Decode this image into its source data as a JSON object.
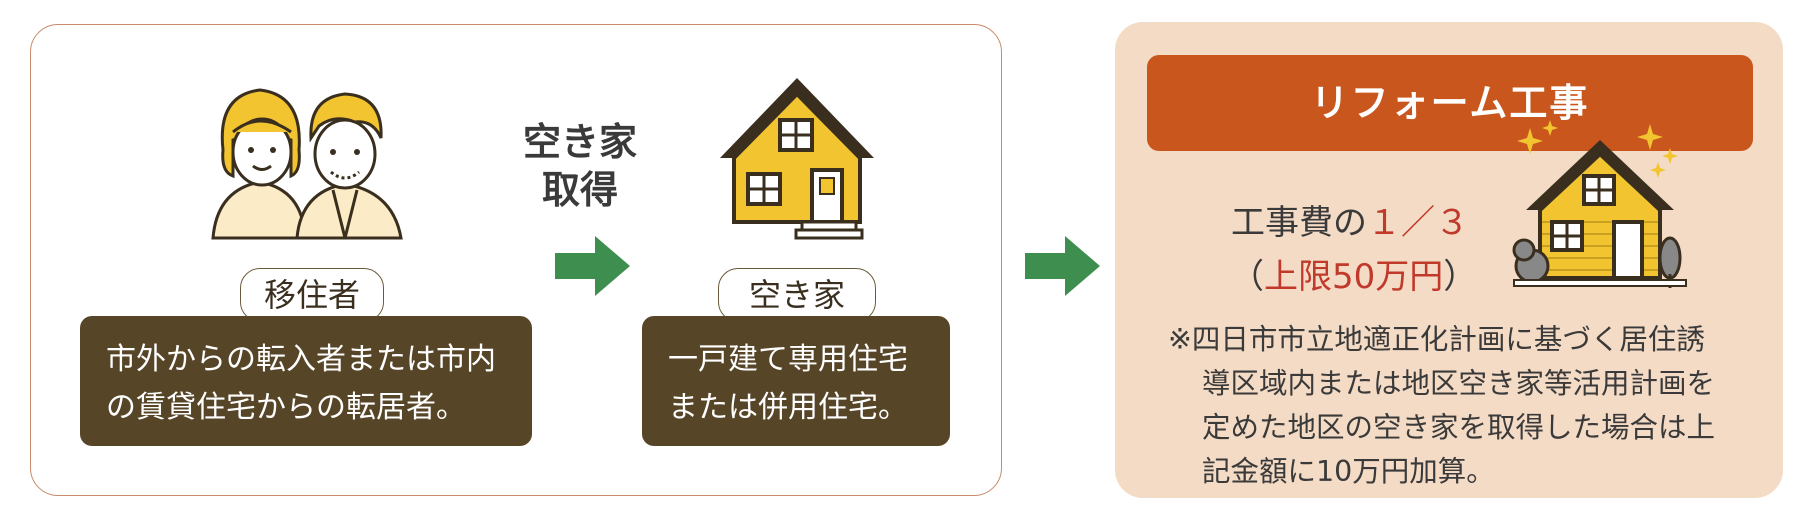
{
  "panel_left": {
    "person_tag": "移住者",
    "person_desc": [
      "市外からの転入者または市内",
      "の賃貸住宅からの転居者。"
    ],
    "action_label": [
      "空き家",
      "取得"
    ],
    "house_tag": "空き家",
    "house_desc": [
      "一戸建て専用住宅",
      "または併用住宅。"
    ]
  },
  "panel_right": {
    "banner": "リフォーム工事",
    "cost_prefix": "工事費の",
    "cost_ratio": "１／３",
    "cost_limit_open": "（",
    "cost_limit_value": "上限50万円",
    "cost_limit_close": "）",
    "note": [
      "※四日市市立地適正化計画に基づく居住誘",
      "導区域内または地区空き家等活用計画を",
      "定めた地区の空き家を取得した場合は上",
      "記金額に10万円加算。"
    ]
  },
  "colors": {
    "panel_border": "#c98a6a",
    "panel_fill": "#f4dbc5",
    "desc_box": "#574528",
    "banner": "#c9561d",
    "arrow": "#3e8e4f",
    "house_yellow": "#f2c530",
    "accent_text": "#c0392b"
  },
  "icons": [
    "couple-illustration",
    "house-icon",
    "sparkle-house-icon",
    "arrow-right-icon"
  ]
}
